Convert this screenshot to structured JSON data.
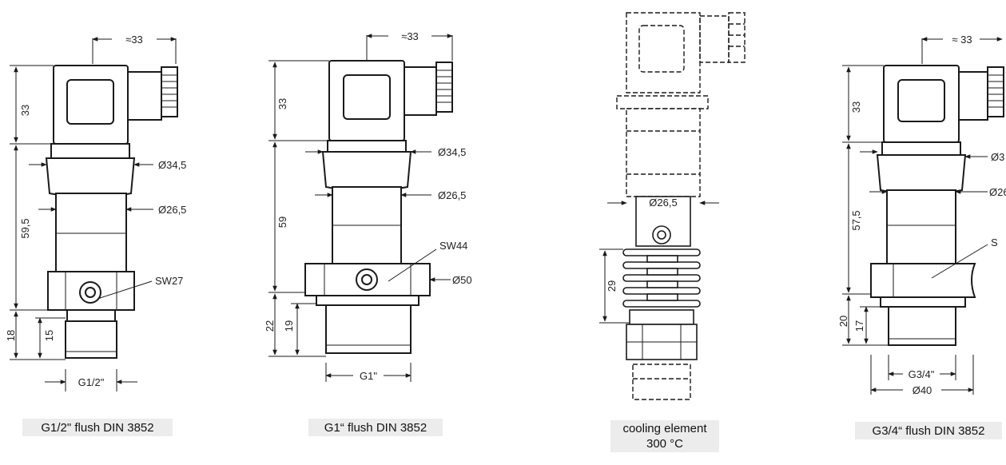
{
  "drawings": [
    {
      "id": "g12",
      "caption": "G1/2\" flush   DIN 3852",
      "dims": {
        "connector_width": "≈33",
        "head_height": "33",
        "flange_dia": "Ø34,5",
        "body_dia": "Ø26,5",
        "body_height": "59,5",
        "hex": "SW27",
        "thread_height": "18",
        "thread_inner": "15",
        "thread": "G1/2\""
      }
    },
    {
      "id": "g1",
      "caption": "G1“ flush   DIN 3852",
      "dims": {
        "connector_width": "≈33",
        "head_height": "33",
        "flange_dia": "Ø34,5",
        "body_dia": "Ø26,5",
        "body_height": "59",
        "hex": "SW44",
        "hex_dia": "Ø50",
        "thread_height": "22",
        "thread_inner": "19",
        "thread": "G1\""
      }
    },
    {
      "id": "cool",
      "caption_line1": "cooling element",
      "caption_line2": "300 °C",
      "dims": {
        "body_dia": "Ø26,5",
        "fin_height": "29"
      }
    },
    {
      "id": "g34",
      "caption": "G3/4“ flush DIN 3852",
      "dims": {
        "connector_width": "≈ 33",
        "head_height": "33",
        "flange_dia": "Ø3",
        "body_dia": "Ø26",
        "body_height": "57,5",
        "hex": "S",
        "thread_height": "20",
        "thread_inner": "17",
        "thread": "G3/4\"",
        "base_dia": "Ø40"
      }
    }
  ]
}
